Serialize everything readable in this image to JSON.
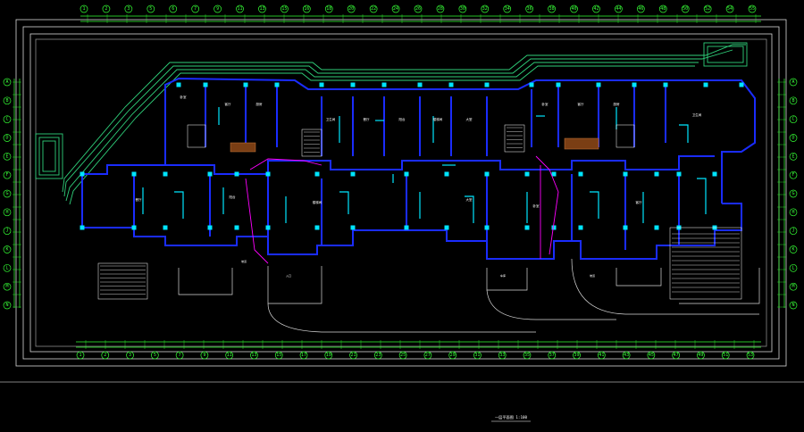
{
  "drawing": {
    "title": "一层平面图 1:100",
    "background": "#000000",
    "colors": {
      "wall": "#1a2cff",
      "column": "#00e5ff",
      "grid": "#33ff33",
      "dimension": "#ffffff",
      "accent": "#ff00ff",
      "hatch": "#b5651d",
      "outline": "#d8d8d8"
    },
    "top_axis_labels": [
      "1",
      "2",
      "3",
      "5",
      "6",
      "7",
      "9",
      "11",
      "13",
      "15",
      "16",
      "18",
      "20",
      "22",
      "24",
      "26",
      "28",
      "30",
      "32",
      "34",
      "36",
      "38",
      "40",
      "42",
      "44",
      "46",
      "48",
      "50",
      "52",
      "54",
      "55"
    ],
    "bottom_axis_labels": [
      "1",
      "2",
      "3",
      "5",
      "7",
      "9",
      "11",
      "13",
      "15",
      "17",
      "19",
      "21",
      "23",
      "25",
      "27",
      "29",
      "31",
      "33",
      "35",
      "37",
      "39",
      "41",
      "43",
      "45",
      "47",
      "49",
      "51",
      "53"
    ],
    "left_axis_labels": [
      "A",
      "B",
      "C",
      "D",
      "E",
      "F",
      "G",
      "H",
      "J",
      "K",
      "L",
      "M",
      "N"
    ],
    "right_axis_labels": [
      "A",
      "B",
      "C",
      "D",
      "E",
      "F",
      "G",
      "H",
      "J",
      "K",
      "L",
      "M",
      "N"
    ],
    "rooms": [
      "卧室",
      "客厅",
      "厨房",
      "卫生间",
      "餐厅",
      "阳台",
      "楼梯间",
      "大堂"
    ],
    "annotations": [
      "坡道",
      "入口",
      "车库"
    ]
  }
}
